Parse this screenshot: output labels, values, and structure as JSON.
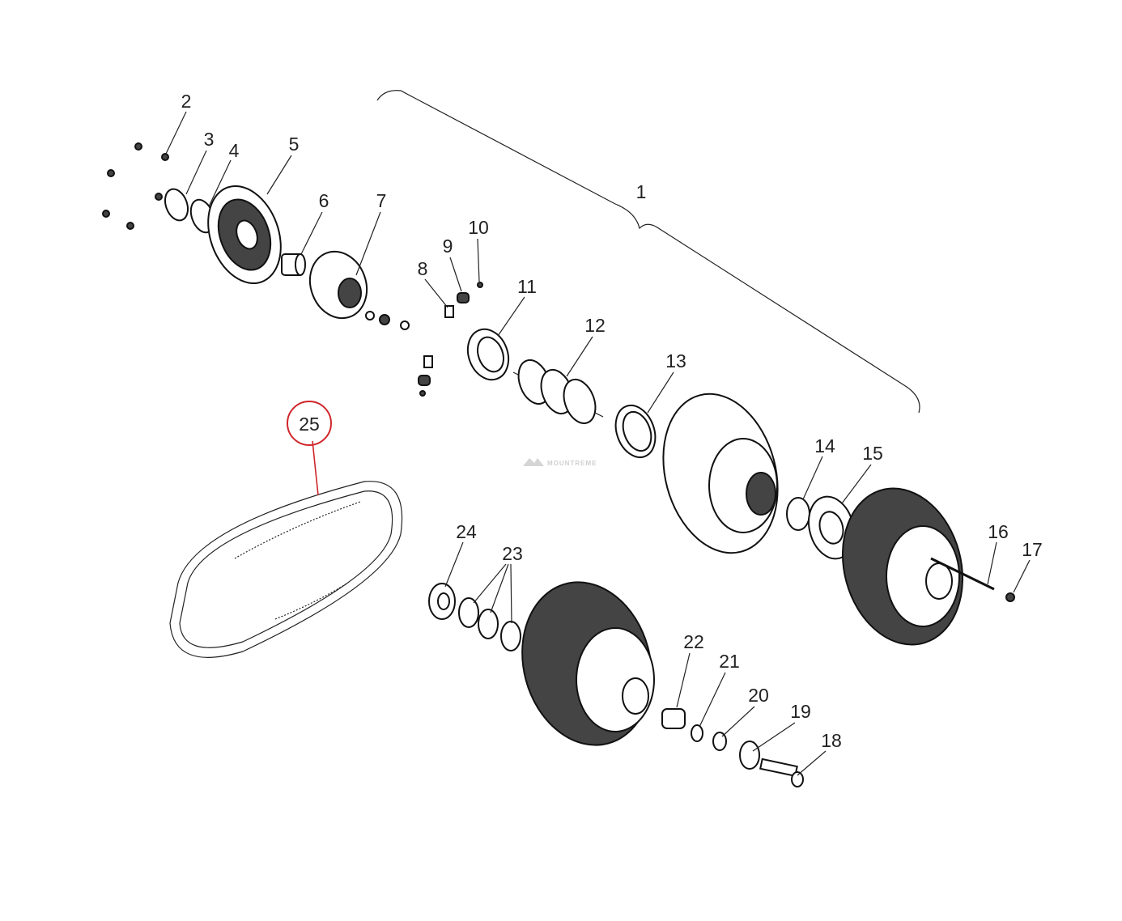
{
  "diagram": {
    "labels": [
      "1",
      "2",
      "3",
      "4",
      "5",
      "6",
      "7",
      "8",
      "9",
      "10",
      "11",
      "12",
      "13",
      "14",
      "15",
      "16",
      "17",
      "18",
      "19",
      "20",
      "21",
      "22",
      "23",
      "24",
      "25"
    ],
    "highlighted_label": "25",
    "highlight_color": "#d0262b",
    "watermark": "MOUNTREME"
  }
}
